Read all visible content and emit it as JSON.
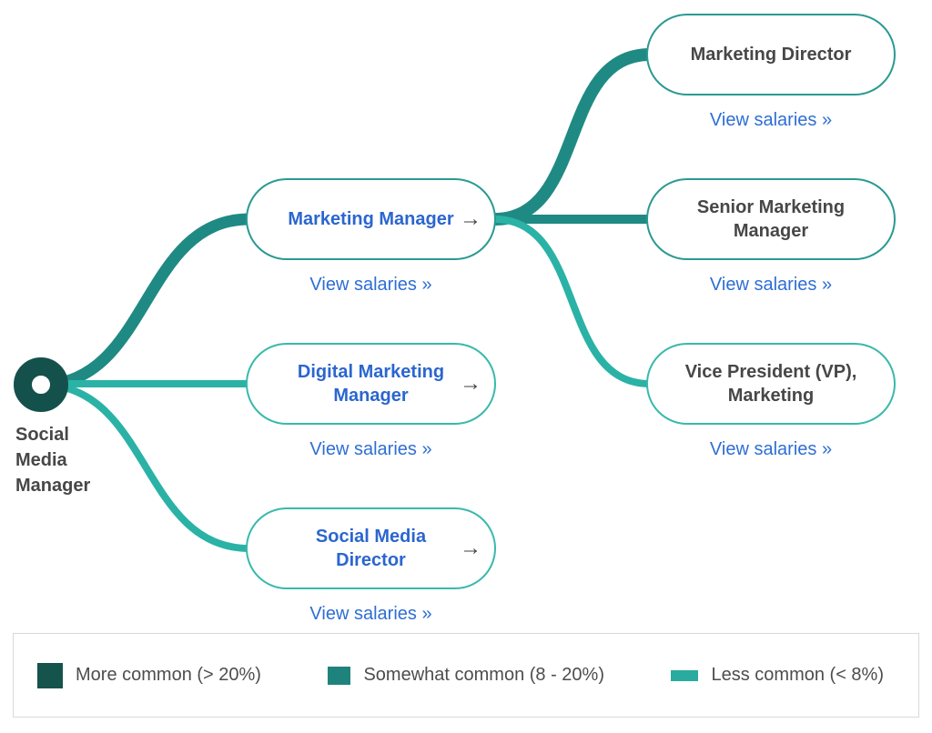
{
  "diagram": {
    "root": {
      "label": "Social Media Manager"
    },
    "view_salaries_label": "View salaries »",
    "arrow_glyph": "→",
    "nodes": {
      "marketing_manager": {
        "title": "Marketing Manager",
        "has_arrow": true
      },
      "digital_marketing_manager": {
        "title": "Digital Marketing Manager",
        "has_arrow": true
      },
      "social_media_director": {
        "title": "Social Media Director",
        "has_arrow": true
      },
      "marketing_director": {
        "title": "Marketing Director",
        "has_arrow": false
      },
      "senior_marketing_manager": {
        "title": "Senior Marketing Manager",
        "has_arrow": false
      },
      "vp_marketing": {
        "title": "Vice President (VP), Marketing",
        "has_arrow": false
      }
    },
    "edges": [
      {
        "from": "Social Media Manager",
        "to": "Marketing Manager",
        "level": "somewhat_common",
        "weight": 13
      },
      {
        "from": "Social Media Manager",
        "to": "Digital Marketing Manager",
        "level": "less_common",
        "weight": 8
      },
      {
        "from": "Social Media Manager",
        "to": "Social Media Director",
        "level": "less_common",
        "weight": 8
      },
      {
        "from": "Marketing Manager",
        "to": "Marketing Director",
        "level": "somewhat_common",
        "weight": 14
      },
      {
        "from": "Marketing Manager",
        "to": "Senior Marketing Manager",
        "level": "somewhat_common",
        "weight": 10
      },
      {
        "from": "Marketing Manager",
        "to": "Vice President (VP), Marketing",
        "level": "less_common",
        "weight": 8
      }
    ]
  },
  "legend": {
    "items": [
      {
        "label": "More common (> 20%)",
        "level": "more_common"
      },
      {
        "label": "Somewhat common (8 - 20%)",
        "level": "somewhat_common"
      },
      {
        "label": "Less common (< 8%)",
        "level": "less_common"
      }
    ]
  },
  "palette": {
    "more_common": "#15544d",
    "somewhat_common": "#1f837d",
    "less_common": "#2aab9f",
    "edge_somewhat_common": "#1f8a83",
    "edge_less_common": "#2bb2a6",
    "node_border_strong": "#2a9a92",
    "node_border_light": "#38b9ac",
    "title_blue": "#2b66cf",
    "link_blue": "#2e6ed4",
    "dark_text": "#474747",
    "legend_text": "#4d4d4d",
    "root_ring": "#14514c",
    "arrow": "#3f4145"
  }
}
